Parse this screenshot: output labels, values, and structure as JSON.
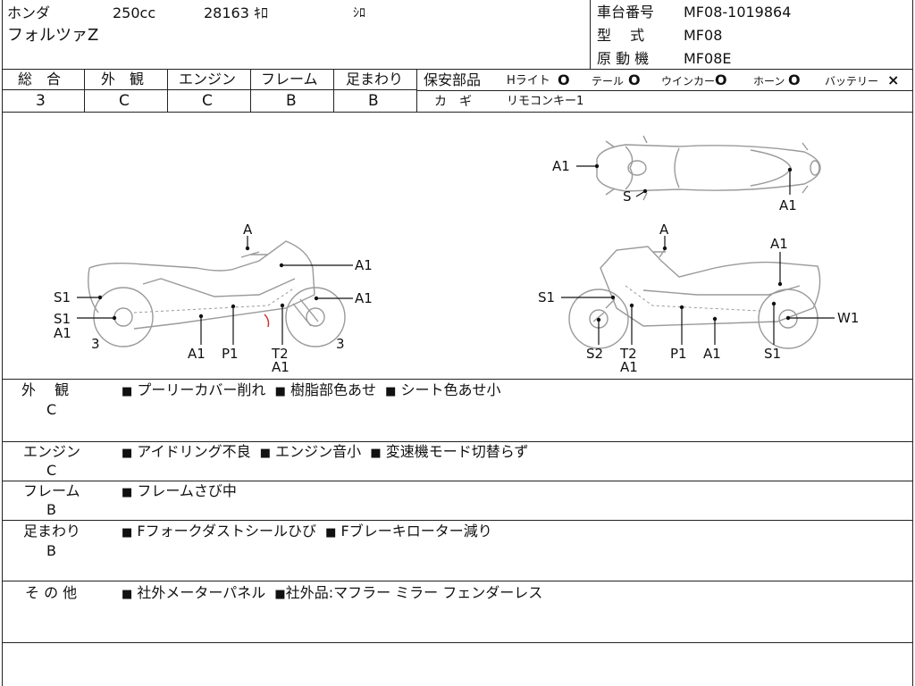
{
  "header": {
    "maker": "ホンダ",
    "displacement": "250cc",
    "mileage": "28163 ｷﾛ",
    "color": "ｼﾛ",
    "model_name": "フォルツァZ",
    "frame_no_label": "車台番号",
    "frame_no": "MF08-1019864",
    "type_label": "型　 式",
    "type": "MF08",
    "engine_label": "原 動 機",
    "engine": "MF08E"
  },
  "grades": [
    {
      "label": "総　合",
      "value": "3"
    },
    {
      "label": "外　観",
      "value": "C"
    },
    {
      "label": "エンジン",
      "value": "C"
    },
    {
      "label": "フレーム",
      "value": "B"
    },
    {
      "label": "足まわり",
      "value": "B"
    }
  ],
  "safety": {
    "title": "保安部品",
    "items": [
      {
        "label": "Hライト",
        "mark": "O"
      },
      {
        "label": "テール",
        "mark": "O"
      },
      {
        "label": "ウインカー",
        "mark": "O"
      },
      {
        "label": "ホーン",
        "mark": "O"
      },
      {
        "label": "バッテリー",
        "mark": "×"
      }
    ],
    "key_label": "カ　ギ",
    "key_value": "リモコンキー1"
  },
  "diagram": {
    "top": {
      "a1": "A1",
      "s": "S",
      "a1b": "A1"
    },
    "left": {
      "a_top": "A",
      "a1_top": "A1",
      "s1": "S1",
      "a1_right": "A1",
      "s1b": "S1",
      "a1b": "A1",
      "three_l": "3",
      "a1_bottom": "A1",
      "p1": "P1",
      "t2": "T2",
      "a1_t2": "A1",
      "three_r": "3"
    },
    "right": {
      "a_top": "A",
      "a1_top": "A1",
      "s1": "S1",
      "w1": "W1",
      "s2": "S2",
      "t2": "T2",
      "a1_t2": "A1",
      "p1": "P1",
      "a1": "A1",
      "s1b": "S1"
    }
  },
  "sections": [
    {
      "title": "外　 観",
      "grade": "C",
      "items": [
        "プーリーカバー削れ",
        "樹脂部色あせ",
        "シート色あせ小"
      ]
    },
    {
      "title": "エンジン",
      "grade": "C",
      "items": [
        "アイドリング不良",
        "エンジン音小",
        "変速機モード切替らず"
      ]
    },
    {
      "title": "フレーム",
      "grade": "B",
      "items": [
        "フレームさび中"
      ]
    },
    {
      "title": "足まわり",
      "grade": "B",
      "items": [
        "Fフォークダストシールひび",
        "Fブレーキローター減り"
      ]
    },
    {
      "title": "そ の 他",
      "grade": "",
      "items": [
        "社外メーターパネル",
        "社外品:マフラー ミラー フェンダーレス"
      ]
    }
  ]
}
